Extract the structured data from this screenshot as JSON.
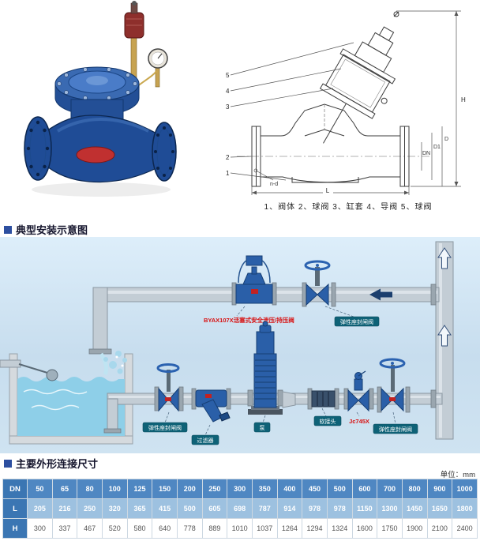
{
  "drawing": {
    "caption": "1、阀体  2、球阀  3、缸套  4、导阀  5、球阀",
    "dims": {
      "H": "H",
      "D": "D",
      "D1": "D1",
      "DN": "DN",
      "L": "L",
      "nd": "n-d"
    },
    "leaders": [
      "5",
      "4",
      "3",
      "2",
      "1"
    ]
  },
  "installation": {
    "title": "典型安装示意图",
    "labels": {
      "safety_valve": "BYAX107X活塞式安全泄压/持压阀",
      "gate_valve_top": "弹性座封闸阀",
      "gate_valve_suction": "弹性座封闸阀",
      "strainer": "过滤器",
      "pump": "泵",
      "flex_joint": "软接头",
      "float_valve": "Jc745X",
      "gate_valve_discharge": "弹性座封闸阀"
    }
  },
  "dimensions": {
    "title": "主要外形连接尺寸",
    "unit": "单位：mm",
    "table": {
      "rows": [
        {
          "label": "DN",
          "values": [
            "50",
            "65",
            "80",
            "100",
            "125",
            "150",
            "200",
            "250",
            "300",
            "350",
            "400",
            "450",
            "500",
            "600",
            "700",
            "800",
            "900",
            "1000"
          ]
        },
        {
          "label": "L",
          "values": [
            "205",
            "216",
            "250",
            "320",
            "365",
            "415",
            "500",
            "605",
            "698",
            "787",
            "914",
            "978",
            "978",
            "1150",
            "1300",
            "1450",
            "1650",
            "1800"
          ]
        },
        {
          "label": "H",
          "values": [
            "300",
            "337",
            "467",
            "520",
            "580",
            "640",
            "778",
            "889",
            "1010",
            "1037",
            "1264",
            "1294",
            "1324",
            "1600",
            "1750",
            "1900",
            "2100",
            "2400"
          ]
        }
      ]
    }
  }
}
